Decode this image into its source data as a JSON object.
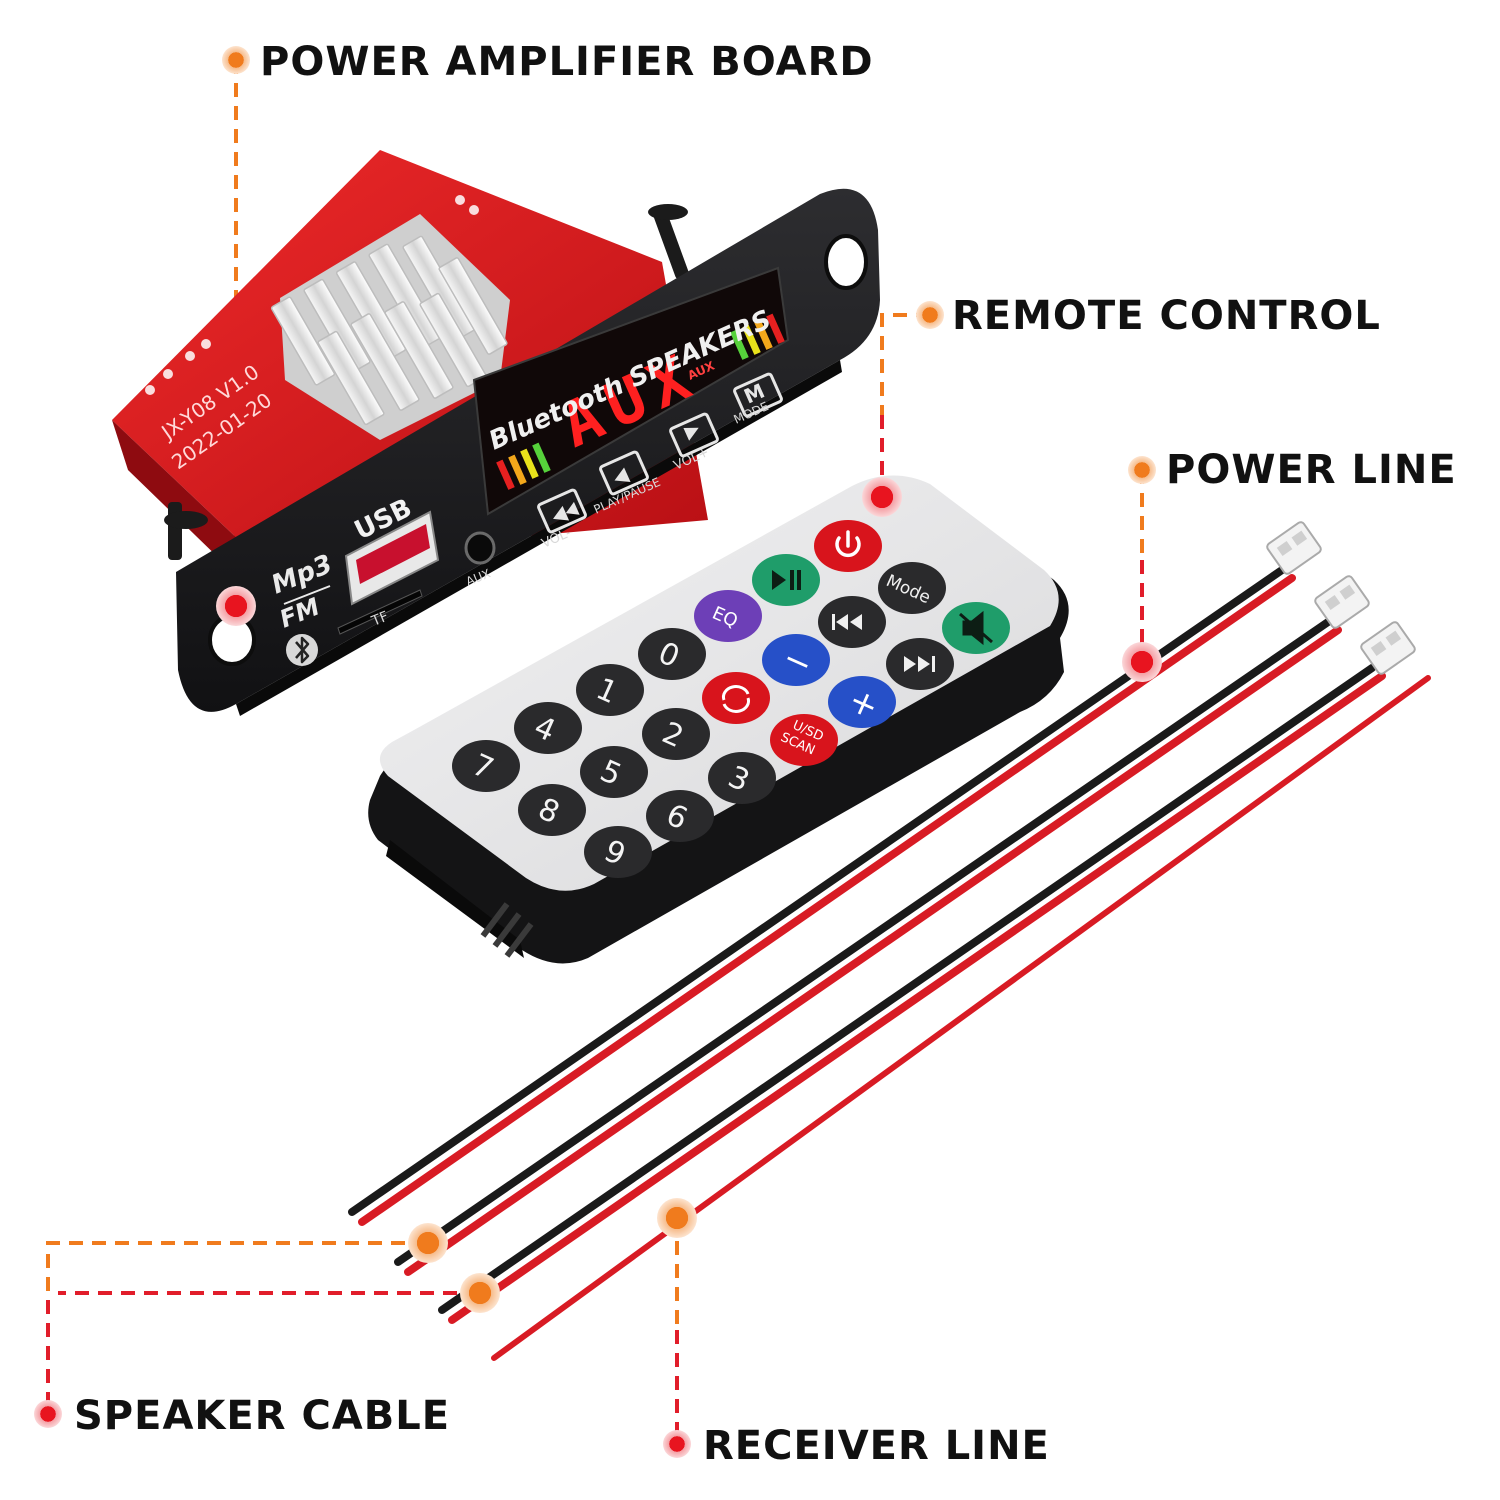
{
  "callouts": {
    "power_amplifier_board": "POWER AMPLIFIER BOARD",
    "remote_control": "REMOTE CONTROL",
    "power_line": "POWER LINE",
    "speaker_cable": "SPEAKER CABLE",
    "receiver_line": "RECEIVER LINE"
  },
  "board": {
    "brand": "Bluetooth SPEAKERS",
    "display": "AUX",
    "display_tag": "AUX",
    "usb_label": "USB",
    "tf_label": "TF",
    "aux_jack_label": "AUX",
    "mp3_label": "Mp3",
    "fm_label": "FM",
    "model": "JX-Y08 V1.0",
    "date": "2022-01-20",
    "buttons": {
      "vol_minus": "VOL-",
      "play_pause": "PLAY/PAUSE",
      "vol_plus": "VOL+",
      "mode": "MODE"
    }
  },
  "remote": {
    "eq": "EQ",
    "mode": "Mode",
    "usd_scan_1": "U/SD",
    "usd_scan_2": "SCAN",
    "minus": "−",
    "plus": "+",
    "digits": [
      "0",
      "1",
      "2",
      "3",
      "4",
      "5",
      "6",
      "7",
      "8",
      "9"
    ]
  },
  "colors": {
    "accent_orange": "#f07b1d",
    "accent_red": "#e11d2a",
    "pcb_red": "#d8141c",
    "panel_black": "#1d1d1f",
    "remote_face": "#e9e9ea"
  },
  "icons": [
    "power-icon",
    "play-pause-icon",
    "previous-icon",
    "next-icon",
    "mute-icon",
    "repeat-icon",
    "bluetooth-icon"
  ]
}
